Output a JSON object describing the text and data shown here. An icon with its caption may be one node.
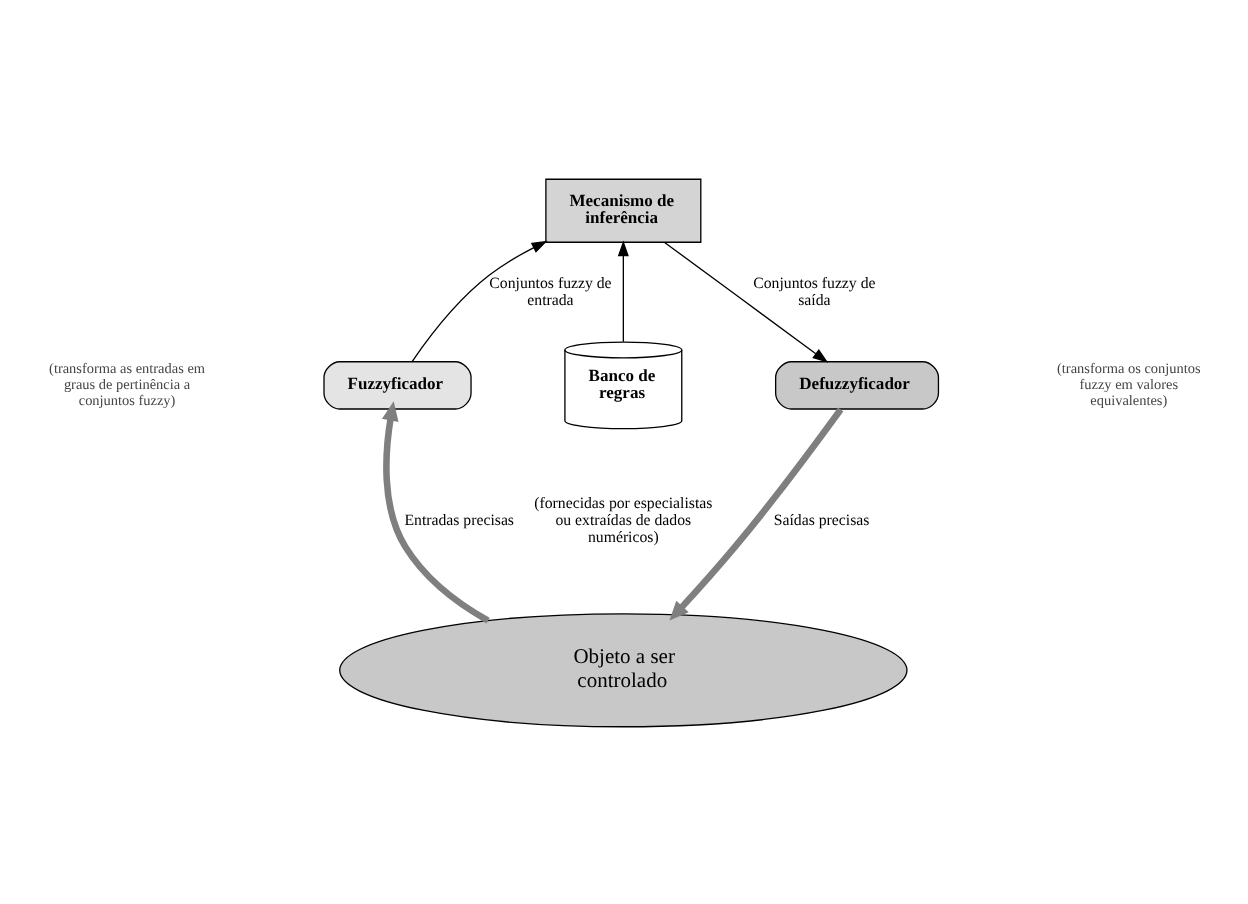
{
  "diagram": {
    "nodes": [
      {
        "text": [
          "Mecanismo de inferência"
        ]
      },
      {
        "text": [
          "Fuzzyficador"
        ]
      },
      {
        "text": [
          "Banco de regras"
        ]
      },
      {
        "text": [
          "Defuzzyficador"
        ]
      },
      {
        "text": [
          "Objeto a ser controlado"
        ]
      }
    ],
    "edges": [
      {
        "from": 1,
        "to": 0,
        "arrow": "to",
        "label": "Conjuntos fuzzy de entrada"
      },
      {
        "from": 2,
        "to": 0,
        "arrow": "to"
      },
      {
        "from": 0,
        "to": 3,
        "arrow": "to",
        "label": "Conjuntos fuzzy de saída"
      },
      {
        "from": 4,
        "to": 1,
        "arrow": "to",
        "label": "Entradas precisas",
        "style": "thick",
        "color": "#7f7f7f"
      },
      {
        "from": 3,
        "to": 4,
        "arrow": "to",
        "label": "Saídas precisas",
        "style": "thick",
        "color": "#7f7f7f"
      }
    ],
    "labels": [
      "(transforma as entradas em graus de pertinência a conjuntos fuzzy)",
      "(transforma os conjuntos fuzzy em valores equivalentes)",
      "(fornecidas por especialistas ou extraídas de dados numéricos)"
    ]
  }
}
